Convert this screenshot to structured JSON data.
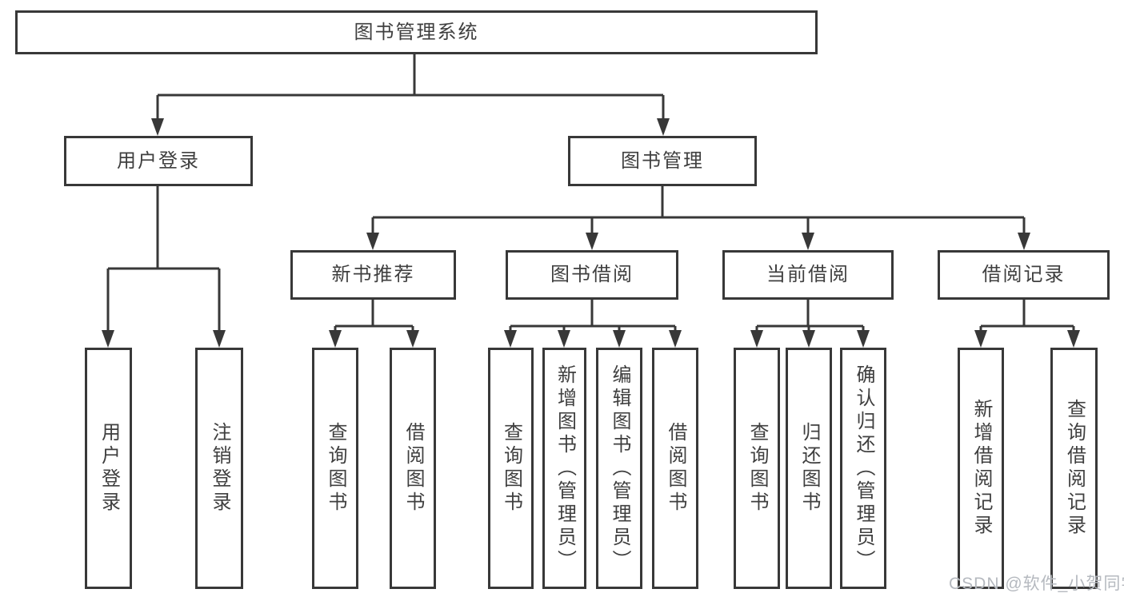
{
  "diagram": {
    "title": "图书管理系统",
    "type": "hierarchy-tree",
    "colors": {
      "line": "#383838",
      "border": "#383838",
      "text": "#3f3f3f",
      "background": "#ffffff",
      "watermark": "#b5b9bf"
    },
    "nodes": {
      "root": "图书管理系统",
      "user_login": "用户登录",
      "book_management": "图书管理",
      "new_book_recommend": "新书推荐",
      "book_borrowing": "图书借阅",
      "current_borrowing": "当前借阅",
      "borrowing_records": "借阅记录",
      "leaf_user_login": "用户登录",
      "leaf_logout": "注销登录",
      "leaf_nbr_query_books": "查询图书",
      "leaf_nbr_borrow_books": "借阅图书",
      "leaf_bb_query_books": "查询图书",
      "leaf_bb_add_books_admin": "新增图书（管理员）",
      "leaf_bb_edit_books_admin": "编辑图书（管理员）",
      "leaf_bb_borrow_books": "借阅图书",
      "leaf_cb_query_books": "查询图书",
      "leaf_cb_return_books": "归还图书",
      "leaf_cb_confirm_return_admin": "确认归还（管理员）",
      "leaf_br_add_record": "新增借阅记录",
      "leaf_br_query_record": "查询借阅记录"
    },
    "hierarchy": [
      {
        "label": "用户登录",
        "children": [
          "用户登录",
          "注销登录"
        ]
      },
      {
        "label": "图书管理",
        "children": [
          {
            "label": "新书推荐",
            "children": [
              "查询图书",
              "借阅图书"
            ]
          },
          {
            "label": "图书借阅",
            "children": [
              "查询图书",
              "新增图书（管理员）",
              "编辑图书（管理员）",
              "借阅图书"
            ]
          },
          {
            "label": "当前借阅",
            "children": [
              "查询图书",
              "归还图书",
              "确认归还（管理员）"
            ]
          },
          {
            "label": "借阅记录",
            "children": [
              "新增借阅记录",
              "查询借阅记录"
            ]
          }
        ]
      }
    ],
    "watermark": "CSDN @软件_小贺同学"
  }
}
